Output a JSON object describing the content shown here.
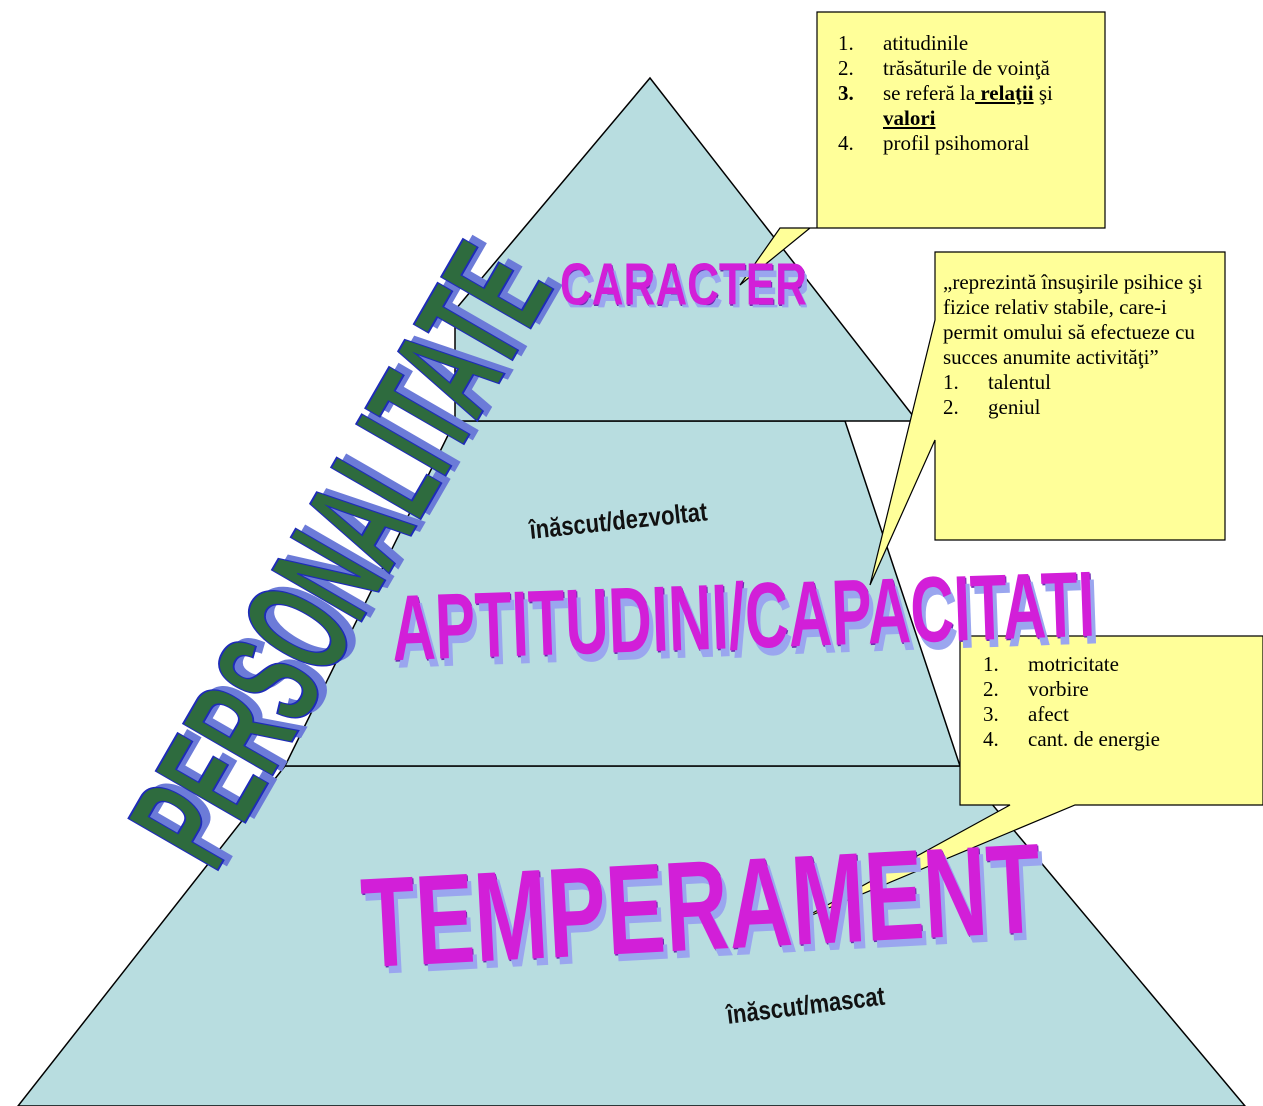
{
  "diagram": {
    "side_title": "PERSONALITATE",
    "levels": [
      {
        "label": "CARACTER"
      },
      {
        "label": "APTITUDINI/CAPACITATI",
        "note": "înăscut/dezvoltat"
      },
      {
        "label": "TEMPERAMENT",
        "note": "înăscut/mascat"
      }
    ],
    "callouts": {
      "caracter": {
        "items": [
          {
            "num": "1.",
            "parts": [
              {
                "t": "atitudinile"
              }
            ]
          },
          {
            "num": "2.",
            "parts": [
              {
                "t": "trăsăturile de voinţă"
              }
            ]
          },
          {
            "num": "3.",
            "num_bold": true,
            "parts": [
              {
                "t": "se referă la"
              },
              {
                "t": " relaţii",
                "s": "bu"
              },
              {
                "t": " şi "
              },
              {
                "t": "valori",
                "s": "bu"
              }
            ]
          },
          {
            "num": "4.",
            "parts": [
              {
                "t": "profil psihomoral"
              }
            ]
          }
        ]
      },
      "aptitudini": {
        "quote": "„reprezintă însuşirile psihice şi fizice relativ stabile, care-i permit omului să efectueze cu succes anumite activităţi”",
        "items": [
          {
            "num": "1.",
            "parts": [
              {
                "t": "talentul"
              }
            ]
          },
          {
            "num": "2.",
            "parts": [
              {
                "t": "geniul"
              }
            ]
          }
        ]
      },
      "temperament": {
        "items": [
          {
            "num": "1.",
            "parts": [
              {
                "t": "motricitate"
              }
            ]
          },
          {
            "num": "2.",
            "parts": [
              {
                "t": "vorbire"
              }
            ]
          },
          {
            "num": "3.",
            "parts": [
              {
                "t": "afect"
              }
            ]
          },
          {
            "num": "4.",
            "parts": [
              {
                "t": "cant. de energie"
              }
            ]
          }
        ]
      }
    },
    "colors": {
      "pyramid_fill": "#b8dde0",
      "callout_fill": "#ffff99",
      "wordart_pink": "#d21fd8",
      "marble_green": "#2e6b3e"
    }
  }
}
